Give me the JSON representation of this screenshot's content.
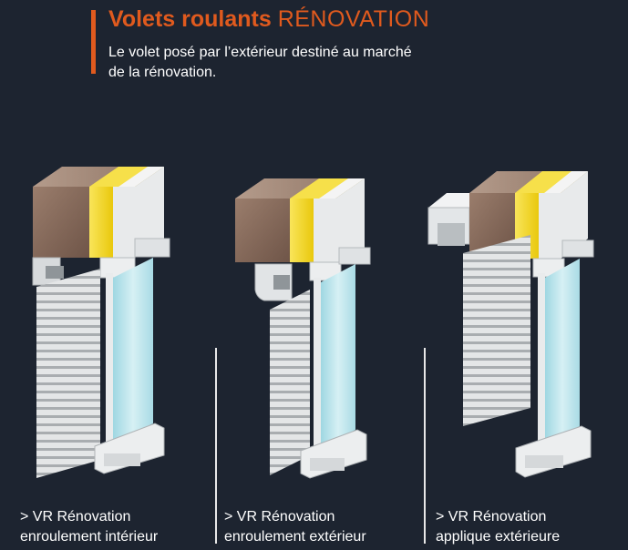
{
  "header": {
    "title_bold": "Volets roulants",
    "title_light": "RÉNOVATION",
    "subtitle_line1": "Le volet posé par l’extérieur destiné au marché",
    "subtitle_line2": "de la rénovation."
  },
  "products": [
    {
      "line1": "> VR Rénovation",
      "line2": "enroulement intérieur"
    },
    {
      "line1": "> VR Rénovation",
      "line2": "enroulement extérieur"
    },
    {
      "line1": "> VR Rénovation",
      "line2": "applique extérieure"
    }
  ],
  "colors": {
    "background": "#1d2430",
    "accent": "#e05a1e",
    "text": "#ffffff",
    "masonry": "#8a6e5e",
    "insulation": "#f4d81c",
    "glass": "#bfe6ee",
    "pvc": "#eef0f1"
  }
}
